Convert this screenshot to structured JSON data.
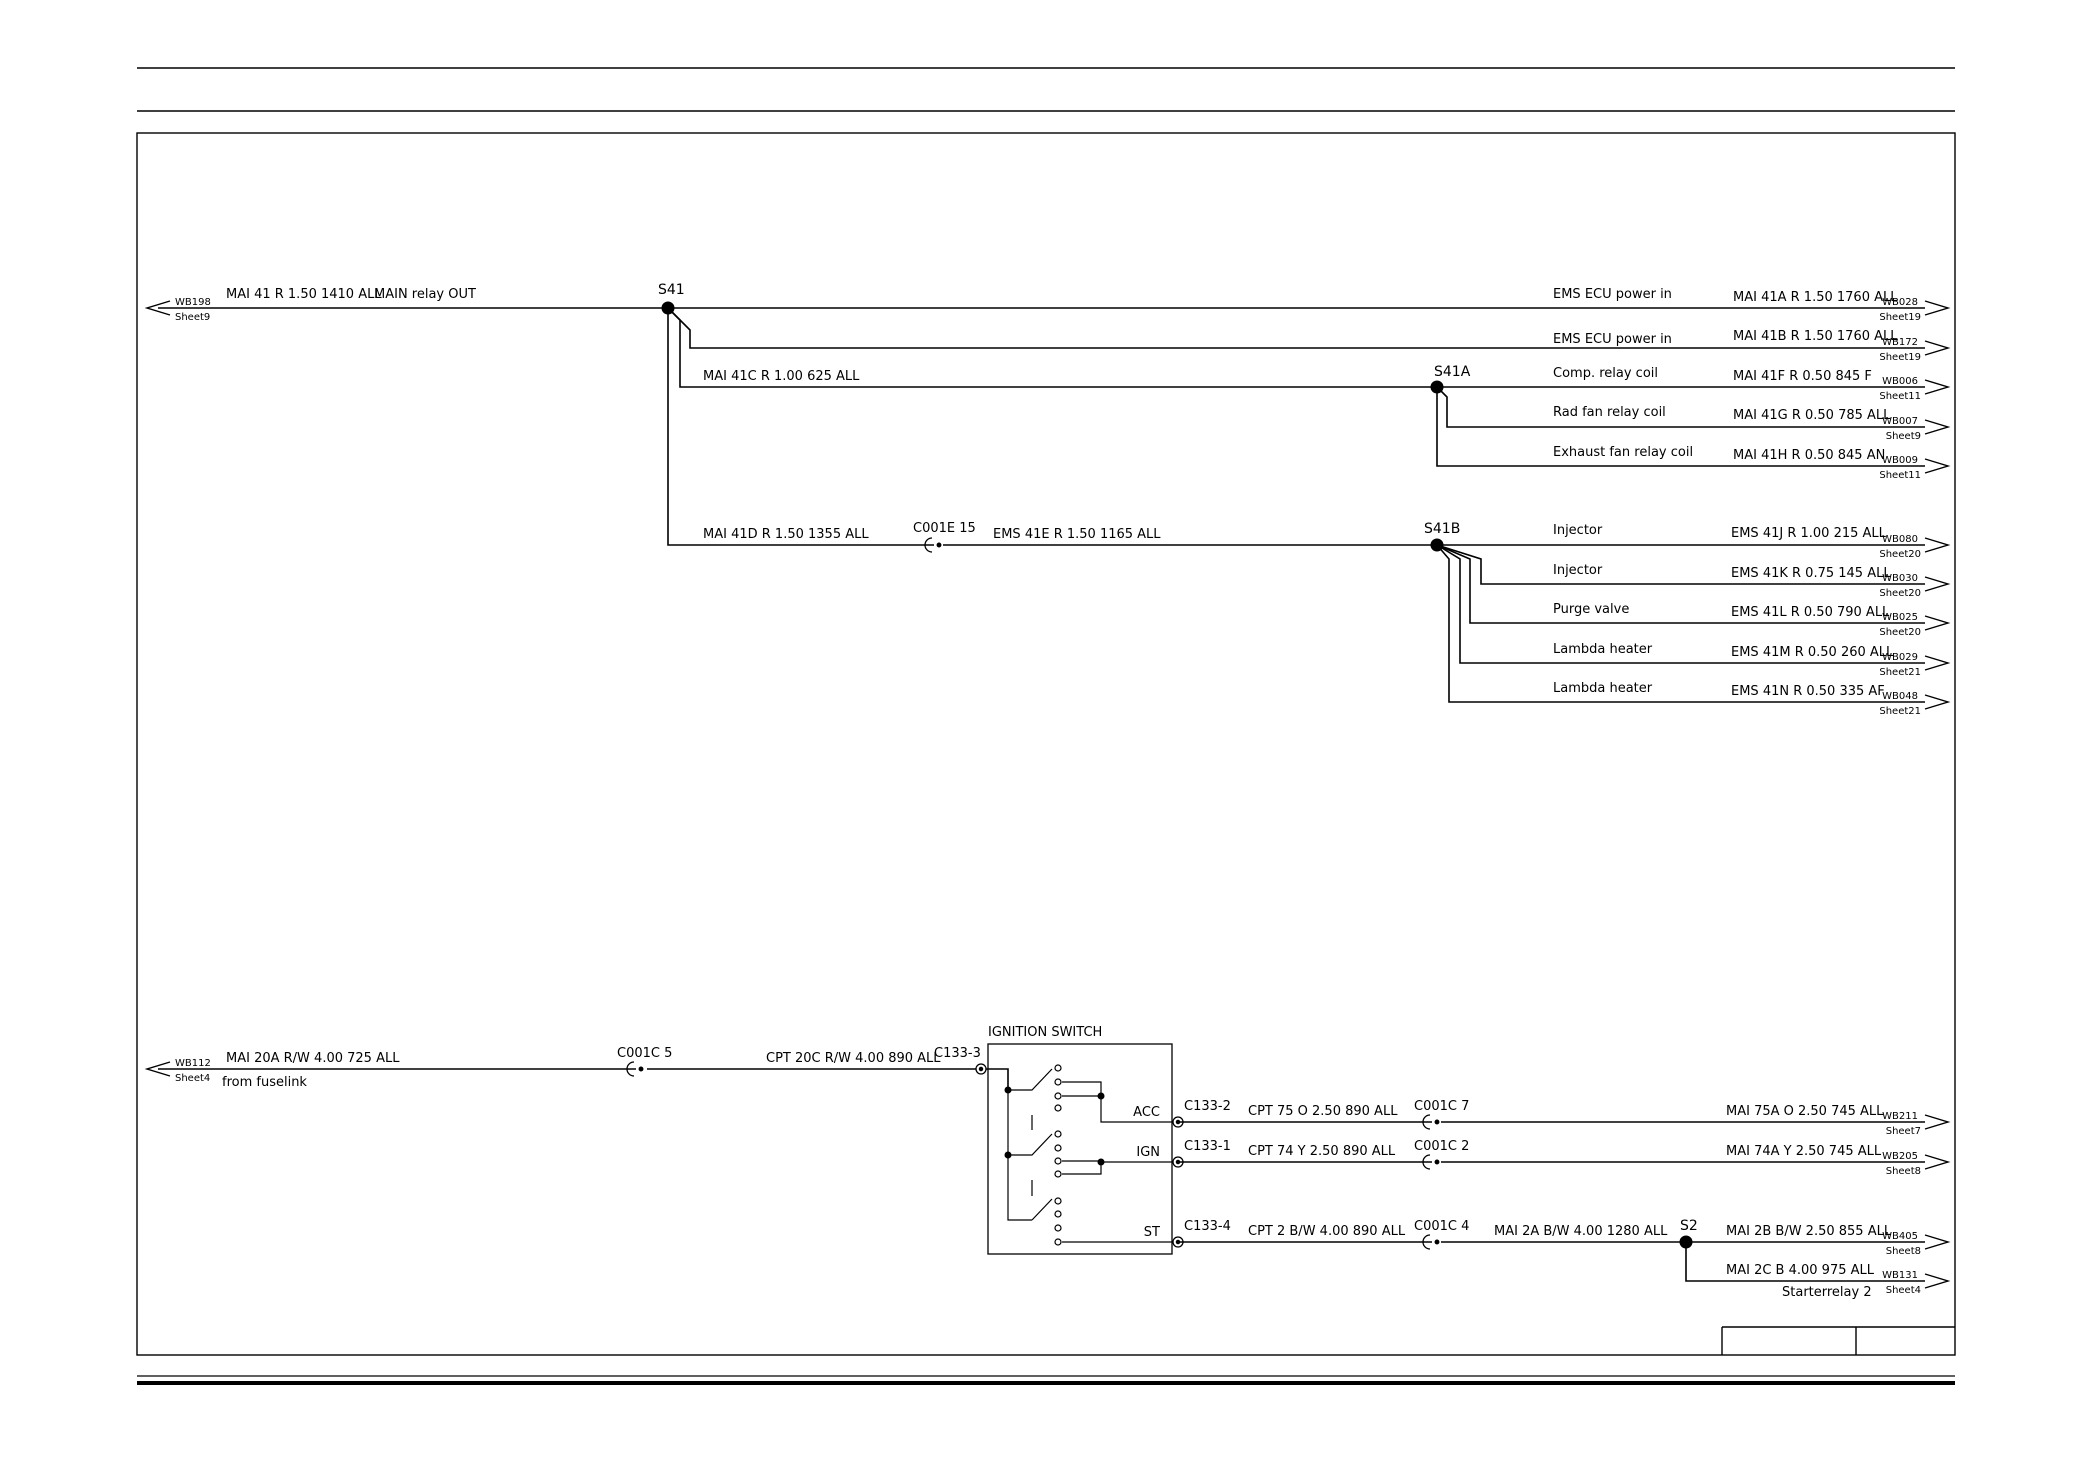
{
  "splices": {
    "s41": "S41",
    "s41a": "S41A",
    "s41b": "S41B",
    "s2": "S2"
  },
  "connectors": {
    "c001e_15": "C001E 15",
    "c001c_5": "C001C 5",
    "c001c_7": "C001C 7",
    "c001c_2": "C001C 2",
    "c001c_4": "C001C 4",
    "c133_3": "C133-3",
    "c133_2": "C133-2",
    "c133_1": "C133-1",
    "c133_4": "C133-4"
  },
  "ignition_switch": {
    "title": "IGNITION SWITCH",
    "acc": "ACC",
    "ign": "IGN",
    "st": "ST"
  },
  "offsheet": [
    {
      "ref": "WB198",
      "sheet": "Sheet9"
    },
    {
      "ref": "WB028",
      "sheet": "Sheet19"
    },
    {
      "ref": "WB172",
      "sheet": "Sheet19"
    },
    {
      "ref": "WB006",
      "sheet": "Sheet11"
    },
    {
      "ref": "WB007",
      "sheet": "Sheet9"
    },
    {
      "ref": "WB009",
      "sheet": "Sheet11"
    },
    {
      "ref": "WB080",
      "sheet": "Sheet20"
    },
    {
      "ref": "WB030",
      "sheet": "Sheet20"
    },
    {
      "ref": "WB025",
      "sheet": "Sheet20"
    },
    {
      "ref": "WB029",
      "sheet": "Sheet21"
    },
    {
      "ref": "WB048",
      "sheet": "Sheet21"
    },
    {
      "ref": "WB112",
      "sheet": "Sheet4"
    },
    {
      "ref": "WB211",
      "sheet": "Sheet7"
    },
    {
      "ref": "WB205",
      "sheet": "Sheet8"
    },
    {
      "ref": "WB405",
      "sheet": "Sheet8"
    },
    {
      "ref": "WB131",
      "sheet": "Sheet4"
    }
  ],
  "wires": {
    "mai41": "MAI  41  R  1.50  1410  ALL",
    "mai41c": "MAI  41C  R  1.00  625  ALL",
    "mai41d": "MAI  41D  R  1.50  1355  ALL",
    "ems41e": "EMS  41E  R  1.50  1165  ALL",
    "mai41a": "MAI  41A  R  1.50  1760  ALL",
    "mai41b": "MAI  41B  R  1.50  1760  ALL",
    "mai41f": "MAI  41F  R  0.50  845  F",
    "mai41g": "MAI  41G  R  0.50  785  ALL",
    "mai41h": "MAI  41H  R  0.50  845  AN",
    "ems41j": "EMS  41J  R  1.00  215  ALL",
    "ems41k": "EMS   41K  R  0.75  145  ALL",
    "ems41l": "EMS  41L  R  0.50  790  ALL",
    "ems41m": "EMS  41M  R  0.50  260  ALL",
    "ems41n": "EMS   41N  R  0.50  335  AF",
    "mai20a": "MAI  20A  R/W  4.00  725  ALL",
    "cpt20c": "CPT   20C  R/W  4.00  890  ALL",
    "cpt75": "CPT    75  O  2.50  890  ALL",
    "cpt74": "CPT    74  Y  2.50  890  ALL",
    "cpt2": "CPT    2  B/W  4.00  890  ALL",
    "mai2a": "MAI    2A  B/W  4.00  1280  ALL",
    "mai75a": "MAI  75A  O  2.50  745  ALL",
    "mai74a": "MAI  74A  Y  2.50  745  ALL",
    "mai2b": "MAI  2B  B/W  2.50  855  ALL",
    "mai2c": "MAI  2C  B  4.00  975  ALL"
  },
  "descriptions": {
    "main_relay_out": "MAIN relay OUT",
    "ems_ecu_power_1": "EMS ECU power in",
    "ems_ecu_power_2": "EMS ECU power in",
    "comp_relay_coil": "Comp.  relay coil",
    "rad_fan_relay_coil": "Rad fan relay coil",
    "exhaust_fan_relay_coil": "Exhaust fan relay coil",
    "injector_1": "Injector",
    "injector_2": "Injector",
    "purge_valve": "Purge valve",
    "lambda_heater_1": "Lambda heater",
    "lambda_heater_2": "Lambda heater",
    "from_fuselink": "from fuselink",
    "starter_relay_2": "Starterrelay 2"
  }
}
